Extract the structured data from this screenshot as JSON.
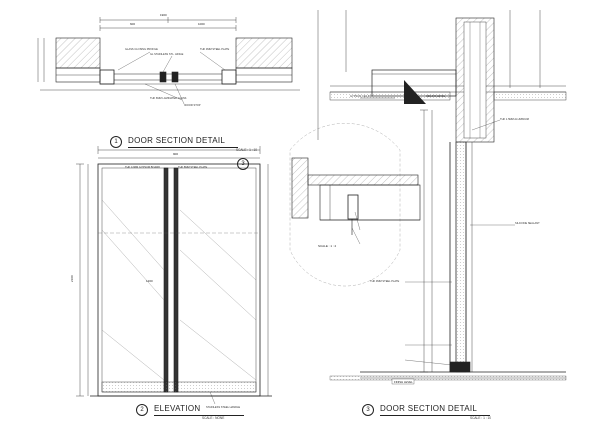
{
  "titles": {
    "section1": {
      "number": "1",
      "label": "DOOR SECTION DETAIL",
      "scale": "SCALE : 1 : 10"
    },
    "elevation": {
      "number": "2",
      "label": "ELEVATION",
      "scale": "SCALE : NONE"
    },
    "section3": {
      "number": "3",
      "label": "DOOR SECTION DETAIL",
      "scale": "SCALE : 1 : 10"
    }
  },
  "callout": {
    "number": "3"
  },
  "detail_scale": "SCALE : 1 : 2",
  "level_tag": "FINISH LEVEL",
  "dimensions": {
    "d_top": "1900",
    "d_left": "600",
    "d_right": "1000",
    "d_900": "900",
    "d_2100": "2100",
    "d_1200": "1200"
  },
  "notes": {
    "n1": "GLASS CLOSING PROFILE",
    "n2": "GL STAINLESS STL. HINGE",
    "n3": "THK 3MM STEEL PLATE",
    "n4": "THK 6MM LAMINATED GLASS",
    "n5": "DOOR STOP",
    "n6": "THK 8MM STEEL PLATE",
    "n7": "THK 12MM GYPSUM BOARD",
    "n8": "STAINLESS STEEL HANDLE",
    "n9": "GYPSUM CEILING",
    "n10": "THK 1.5MM ALUMINIUM",
    "n11": "SILICONE SEALANT",
    "n12": "THK 3MM STEEL PLATE",
    "n13": "CEILING LEVEL"
  }
}
